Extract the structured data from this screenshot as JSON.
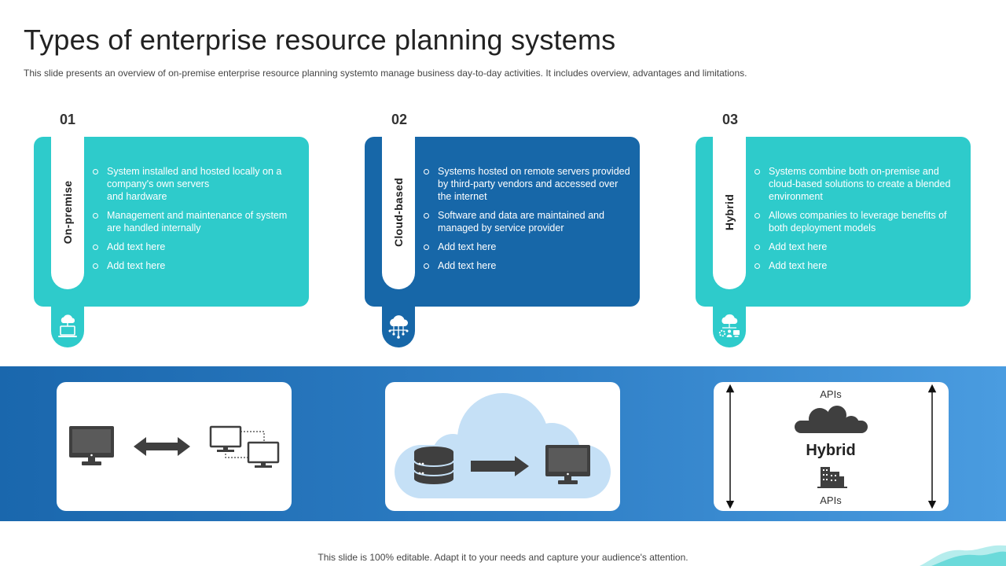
{
  "slide": {
    "title": "Types of enterprise resource planning systems",
    "subtitle": "This slide presents an overview of on-premise enterprise resource planning systemto manage business day-to-day activities. It includes overview, advantages and limitations.",
    "footer": "This slide is 100% editable. Adapt it to your needs and capture your audience's attention."
  },
  "cards": [
    {
      "number": "01",
      "label": "On-premise",
      "bullets": [
        "System installed and hosted locally on a company's own servers\nand hardware",
        "Management and maintenance of system are handled internally",
        "Add text here",
        "Add text here"
      ],
      "icon": "cloud-laptop-icon"
    },
    {
      "number": "02",
      "label": "Cloud-based",
      "bullets": [
        "Systems hosted on remote servers provided by third-party vendors and accessed over the internet",
        "Software and data are maintained and managed by service provider",
        "Add text here",
        "Add text here"
      ],
      "icon": "cloud-network-icon"
    },
    {
      "number": "03",
      "label": "Hybrid",
      "bullets": [
        "Systems combine both on-premise and cloud-based solutions to create a blended environment",
        "Allows companies to leverage benefits of both deployment models",
        "Add text here",
        "Add text here"
      ],
      "icon": "hybrid-cloud-icon"
    }
  ],
  "hybrid_panel": {
    "top_label": "APIs",
    "center_label": "Hybrid",
    "bottom_label": "APIs"
  },
  "colors": {
    "teal": "#2ecbcb",
    "blue": "#1767a8",
    "dark_icon": "#3f3f3f",
    "light_cloud": "#c5e0f6"
  }
}
